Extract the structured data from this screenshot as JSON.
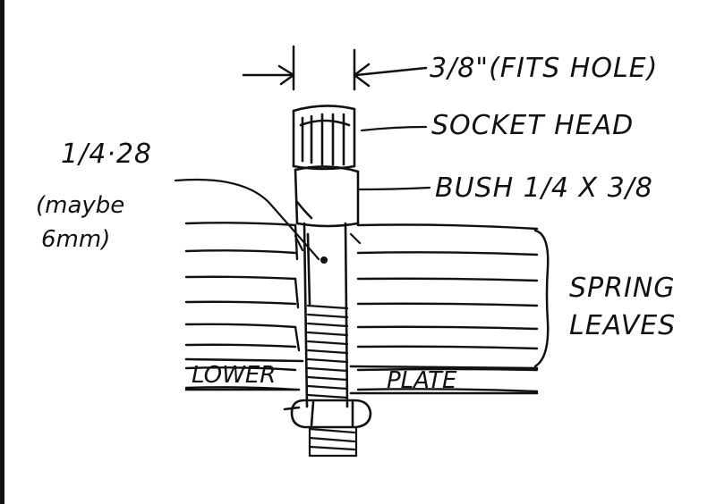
{
  "annotations": {
    "dimension": "3/8\"(FITS HOLE)",
    "head": "SOCKET HEAD",
    "bush": "BUSH 1/4 X 3/8",
    "thread_line1": "1/4·28",
    "thread_line2": "(maybe",
    "thread_line3": "6mm)",
    "spring_line1": "SPRING",
    "spring_line2": "LEAVES",
    "lower": "LOWER",
    "plate": "PLATE"
  }
}
